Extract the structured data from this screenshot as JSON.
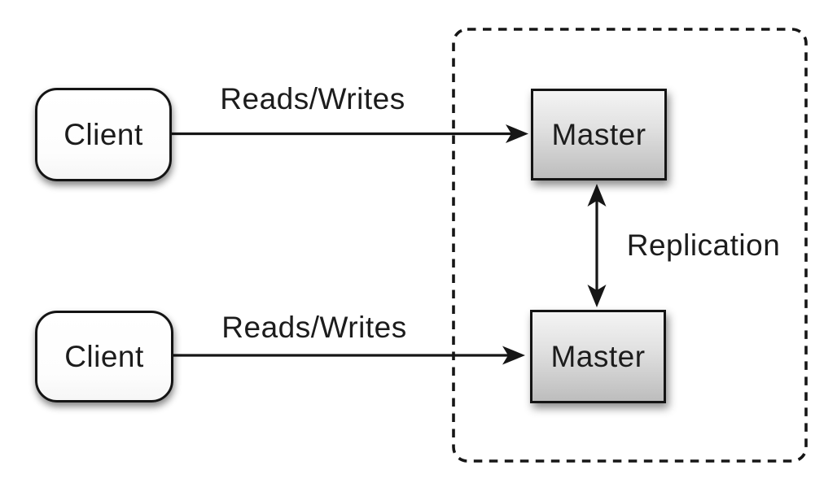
{
  "diagram": {
    "description": "Master-master replication architecture diagram",
    "colors": {
      "background": "#ffffff",
      "line": "#161616",
      "box_border": "#141414",
      "client_fill": "#ffffff",
      "master_gradient_top": "#f4f4f4",
      "master_gradient_bottom": "#bdbdbd",
      "text": "#1c1c1c"
    },
    "nodes": {
      "client_top": {
        "label": "Client"
      },
      "client_bottom": {
        "label": "Client"
      },
      "master_top": {
        "label": "Master"
      },
      "master_bottom": {
        "label": "Master"
      }
    },
    "edges": {
      "reads_writes_top": {
        "label": "Reads/Writes"
      },
      "reads_writes_bottom": {
        "label": "Reads/Writes"
      },
      "replication": {
        "label": "Replication"
      }
    }
  }
}
